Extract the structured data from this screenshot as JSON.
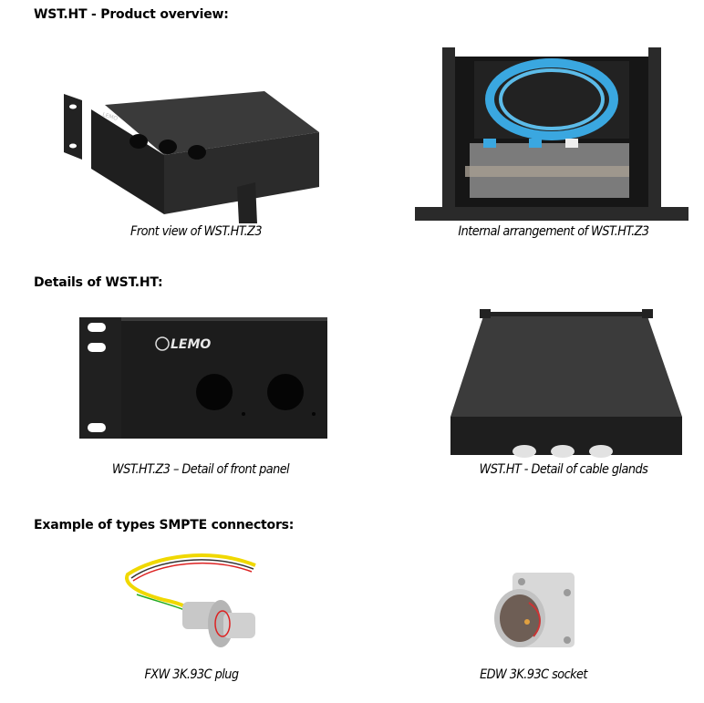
{
  "sections": [
    {
      "heading": "WST.HT - Product overview:",
      "figures": [
        {
          "caption": "Front view of WST.HT.Z3",
          "image": "rack-enclosure-front-3-cutouts"
        },
        {
          "caption": "Internal arrangement of WST.HT.Z3",
          "image": "open-enclosure-fiber-spool"
        }
      ]
    },
    {
      "heading": "Details of WST.HT:",
      "figures": [
        {
          "caption": "WST.HT.Z3 – Detail of front panel",
          "image": "front-panel-lemo-logo",
          "logo_text": "LEMO"
        },
        {
          "caption": "WST.HT - Detail of cable glands",
          "image": "enclosure-cable-glands"
        }
      ]
    },
    {
      "heading": "Example of types SMPTE connectors:",
      "figures": [
        {
          "caption": "FXW 3K.93C plug",
          "image": "smpte-plug-with-wires"
        },
        {
          "caption": "EDW 3K.93C socket",
          "image": "smpte-socket-square-flange"
        }
      ]
    }
  ],
  "colors": {
    "enclosure": "#2a2a2a",
    "fiber": "#3aa7e0",
    "metal": "#c8c8c8"
  }
}
